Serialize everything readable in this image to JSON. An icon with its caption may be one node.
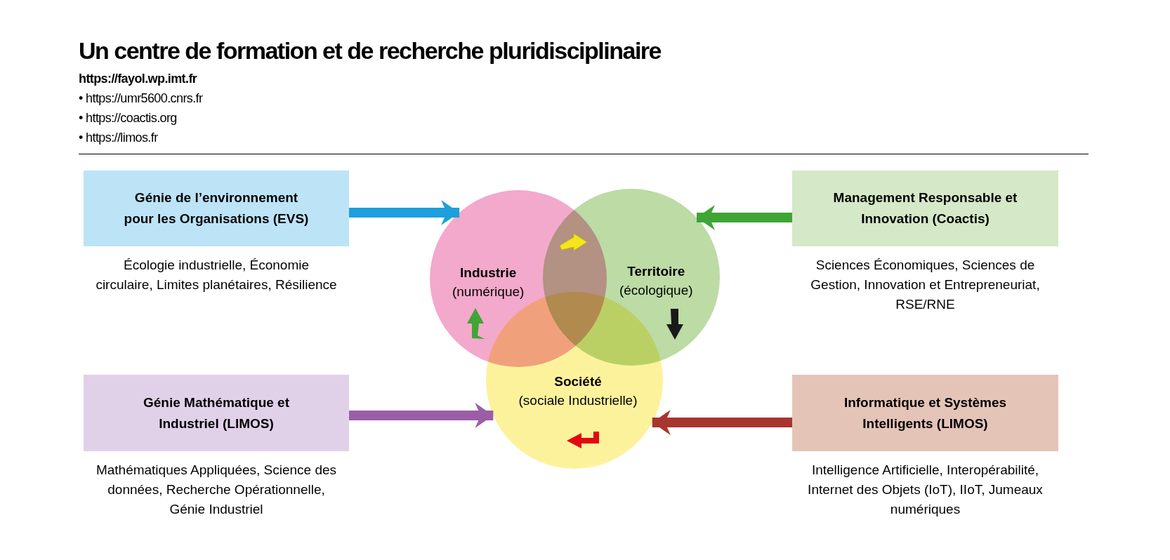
{
  "diagram": {
    "title": "Un centre de formation et de recherche pluridisciplinaire",
    "nodes": [
      {
        "text": [
          "Génie de l’environnement pour les Organisations (EVS)"
        ],
        "beside": [
          "Écologie industrielle, Économie circulaire, Limites planétaires, Résilience"
        ]
      },
      {
        "text": [
          "Industrie",
          "(numérique)"
        ]
      },
      {
        "text": [
          "Territoire",
          "(écologique)"
        ]
      },
      {
        "text": [
          "Management Responsable et Innovation (Coactis)"
        ],
        "beside": [
          "Sciences Économiques, Sciences de Gestion, Innovation et Entrepreneuriat, RSE/RNE"
        ]
      },
      {
        "text": [
          "Société",
          "(sociale Industrielle)"
        ]
      },
      {
        "text": [
          "Génie Mathématique et Industriel (LIMOS)"
        ],
        "beside": [
          "Mathématiques Appliquées, Science des données, Recherche Opérationnelle, Génie Industriel"
        ]
      },
      {
        "text": [
          "Informatique et Systèmes Intelligents (LIMOS)"
        ],
        "beside": [
          "Intelligence Artificielle, Interopérabilité, Internet des Objets (IoT), IIoT, Jumeaux numériques"
        ]
      }
    ],
    "edges": [
      {
        "from": 0,
        "to": 1,
        "arrow": "to",
        "color": "#1ea0dc"
      },
      {
        "from": 3,
        "to": 2,
        "arrow": "to",
        "color": "#3fa535"
      },
      {
        "from": 5,
        "to": 4,
        "arrow": "to",
        "color": "#9b5ea6"
      },
      {
        "from": 6,
        "to": 4,
        "arrow": "to",
        "color": "#a8352e"
      }
    ],
    "labels": [
      "https://fayol.wp.imt.fr",
      "• https://umr5600.cnrs.fr",
      "• https://coactis.org",
      "• https://limos.fr"
    ]
  }
}
